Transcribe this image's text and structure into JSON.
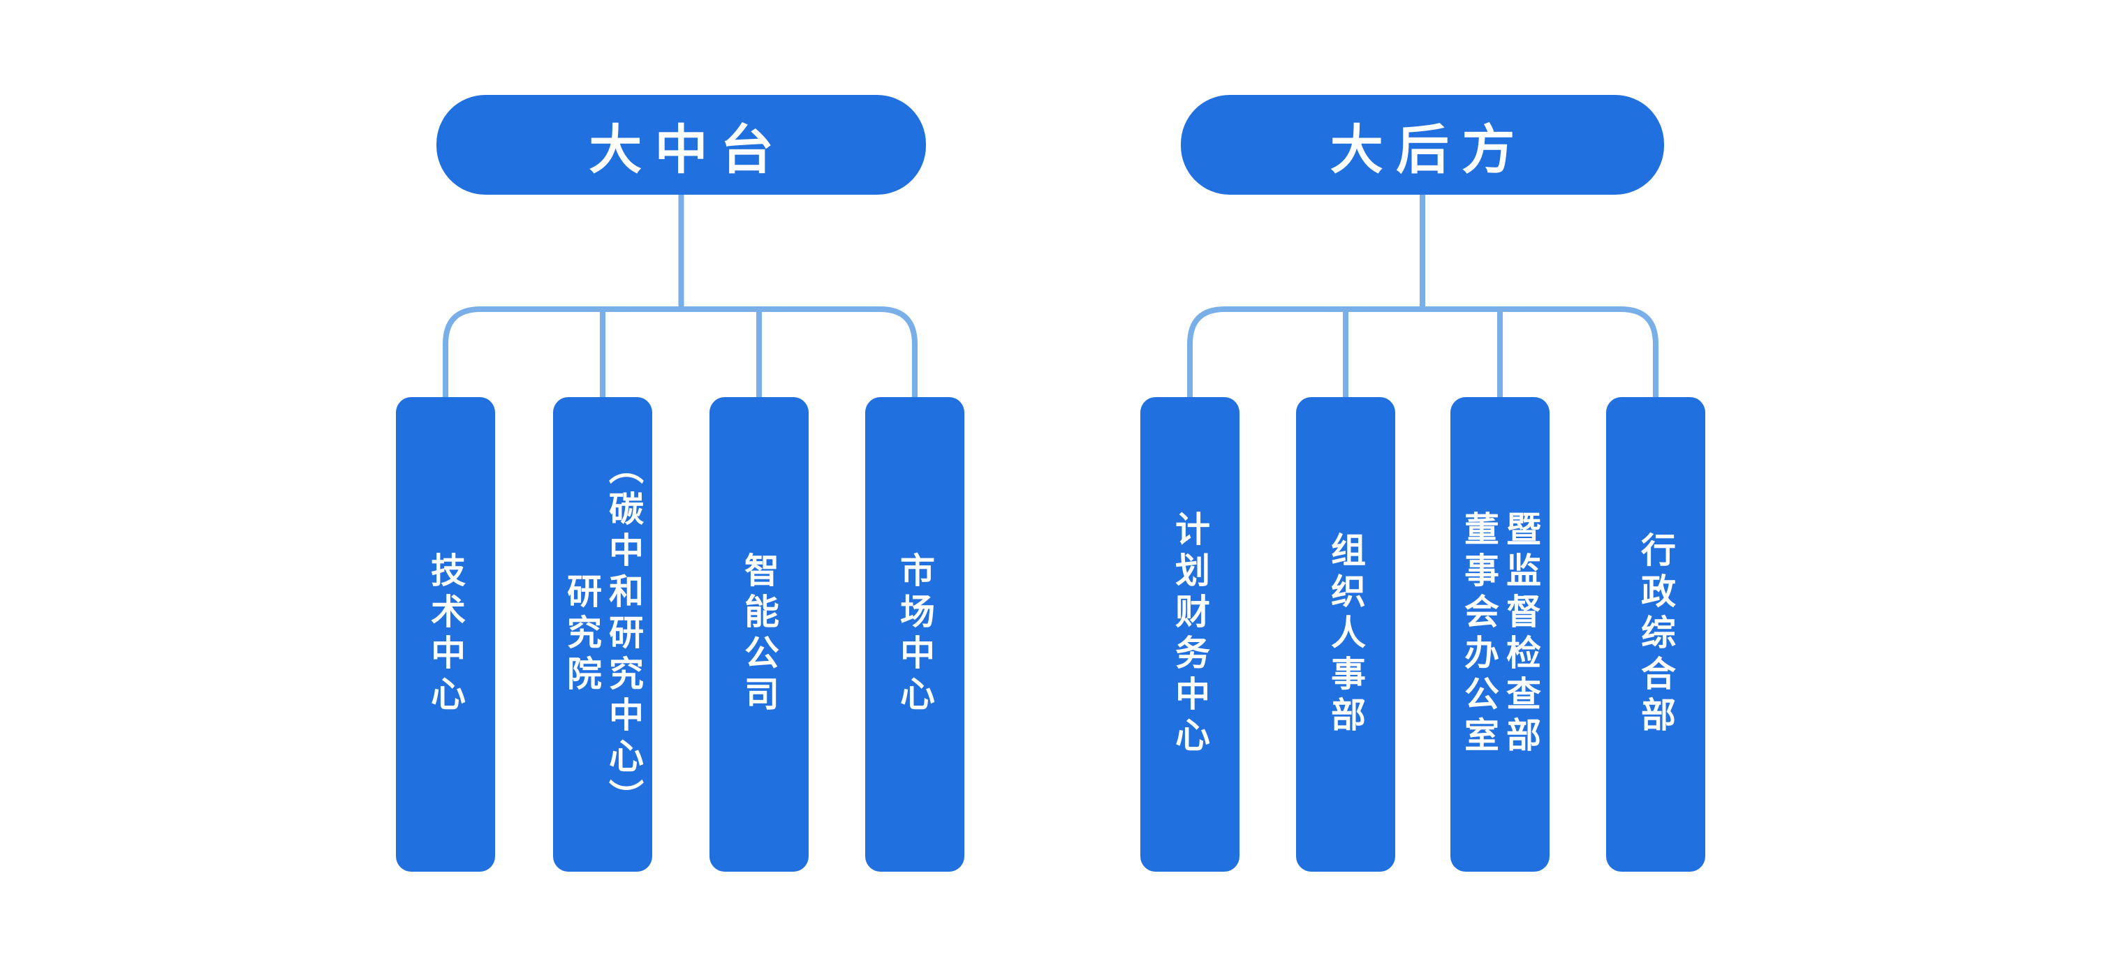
{
  "diagram": {
    "type": "org-chart",
    "colors": {
      "node_fill": "#2170DF",
      "node_text": "#FFFFFF",
      "connector": "#79AFE9",
      "background": "#FFFFFF"
    },
    "groups": [
      {
        "parent": {
          "label": "大中台"
        },
        "children": [
          {
            "label": "技术中心",
            "lines": [
              "技术中心"
            ]
          },
          {
            "label": "研究院（碳中和研究中心）",
            "lines": [
              "研究院",
              "（碳中和研究中心）"
            ]
          },
          {
            "label": "智能公司",
            "lines": [
              "智能公司"
            ]
          },
          {
            "label": "市场中心",
            "lines": [
              "市场中心"
            ]
          }
        ]
      },
      {
        "parent": {
          "label": "大后方"
        },
        "children": [
          {
            "label": "计划财务中心",
            "lines": [
              "计划财务中心"
            ]
          },
          {
            "label": "组织人事部",
            "lines": [
              "组织人事部"
            ]
          },
          {
            "label": "董事会办公室暨监督检查部",
            "lines": [
              "董事会办公室",
              "暨监督检查部"
            ]
          },
          {
            "label": "行政综合部",
            "lines": [
              "行政综合部"
            ]
          }
        ]
      }
    ]
  }
}
